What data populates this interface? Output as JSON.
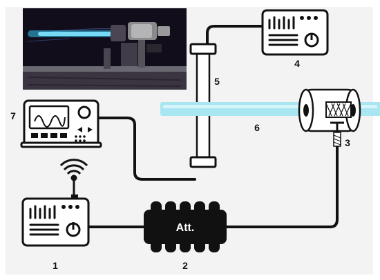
{
  "labels": {
    "generator": "1",
    "attenuator": "2",
    "coupler": "3",
    "power_supply": "4",
    "gas_tube": "5",
    "plasma_tube": "6",
    "oscilloscope": "7"
  },
  "attenuator_text": "Att.",
  "colors": {
    "background": "#ffffff",
    "panel": "#f3f3f3",
    "line": "#111111",
    "plasma": "#a8e6f2",
    "photo_bg": "#120d1b"
  },
  "icons": [
    "signal-generator-icon",
    "antenna-icon",
    "attenuator-icon",
    "coaxial-coupler-icon",
    "power-supply-icon",
    "oscilloscope-icon",
    "photo-plasma-jet"
  ]
}
